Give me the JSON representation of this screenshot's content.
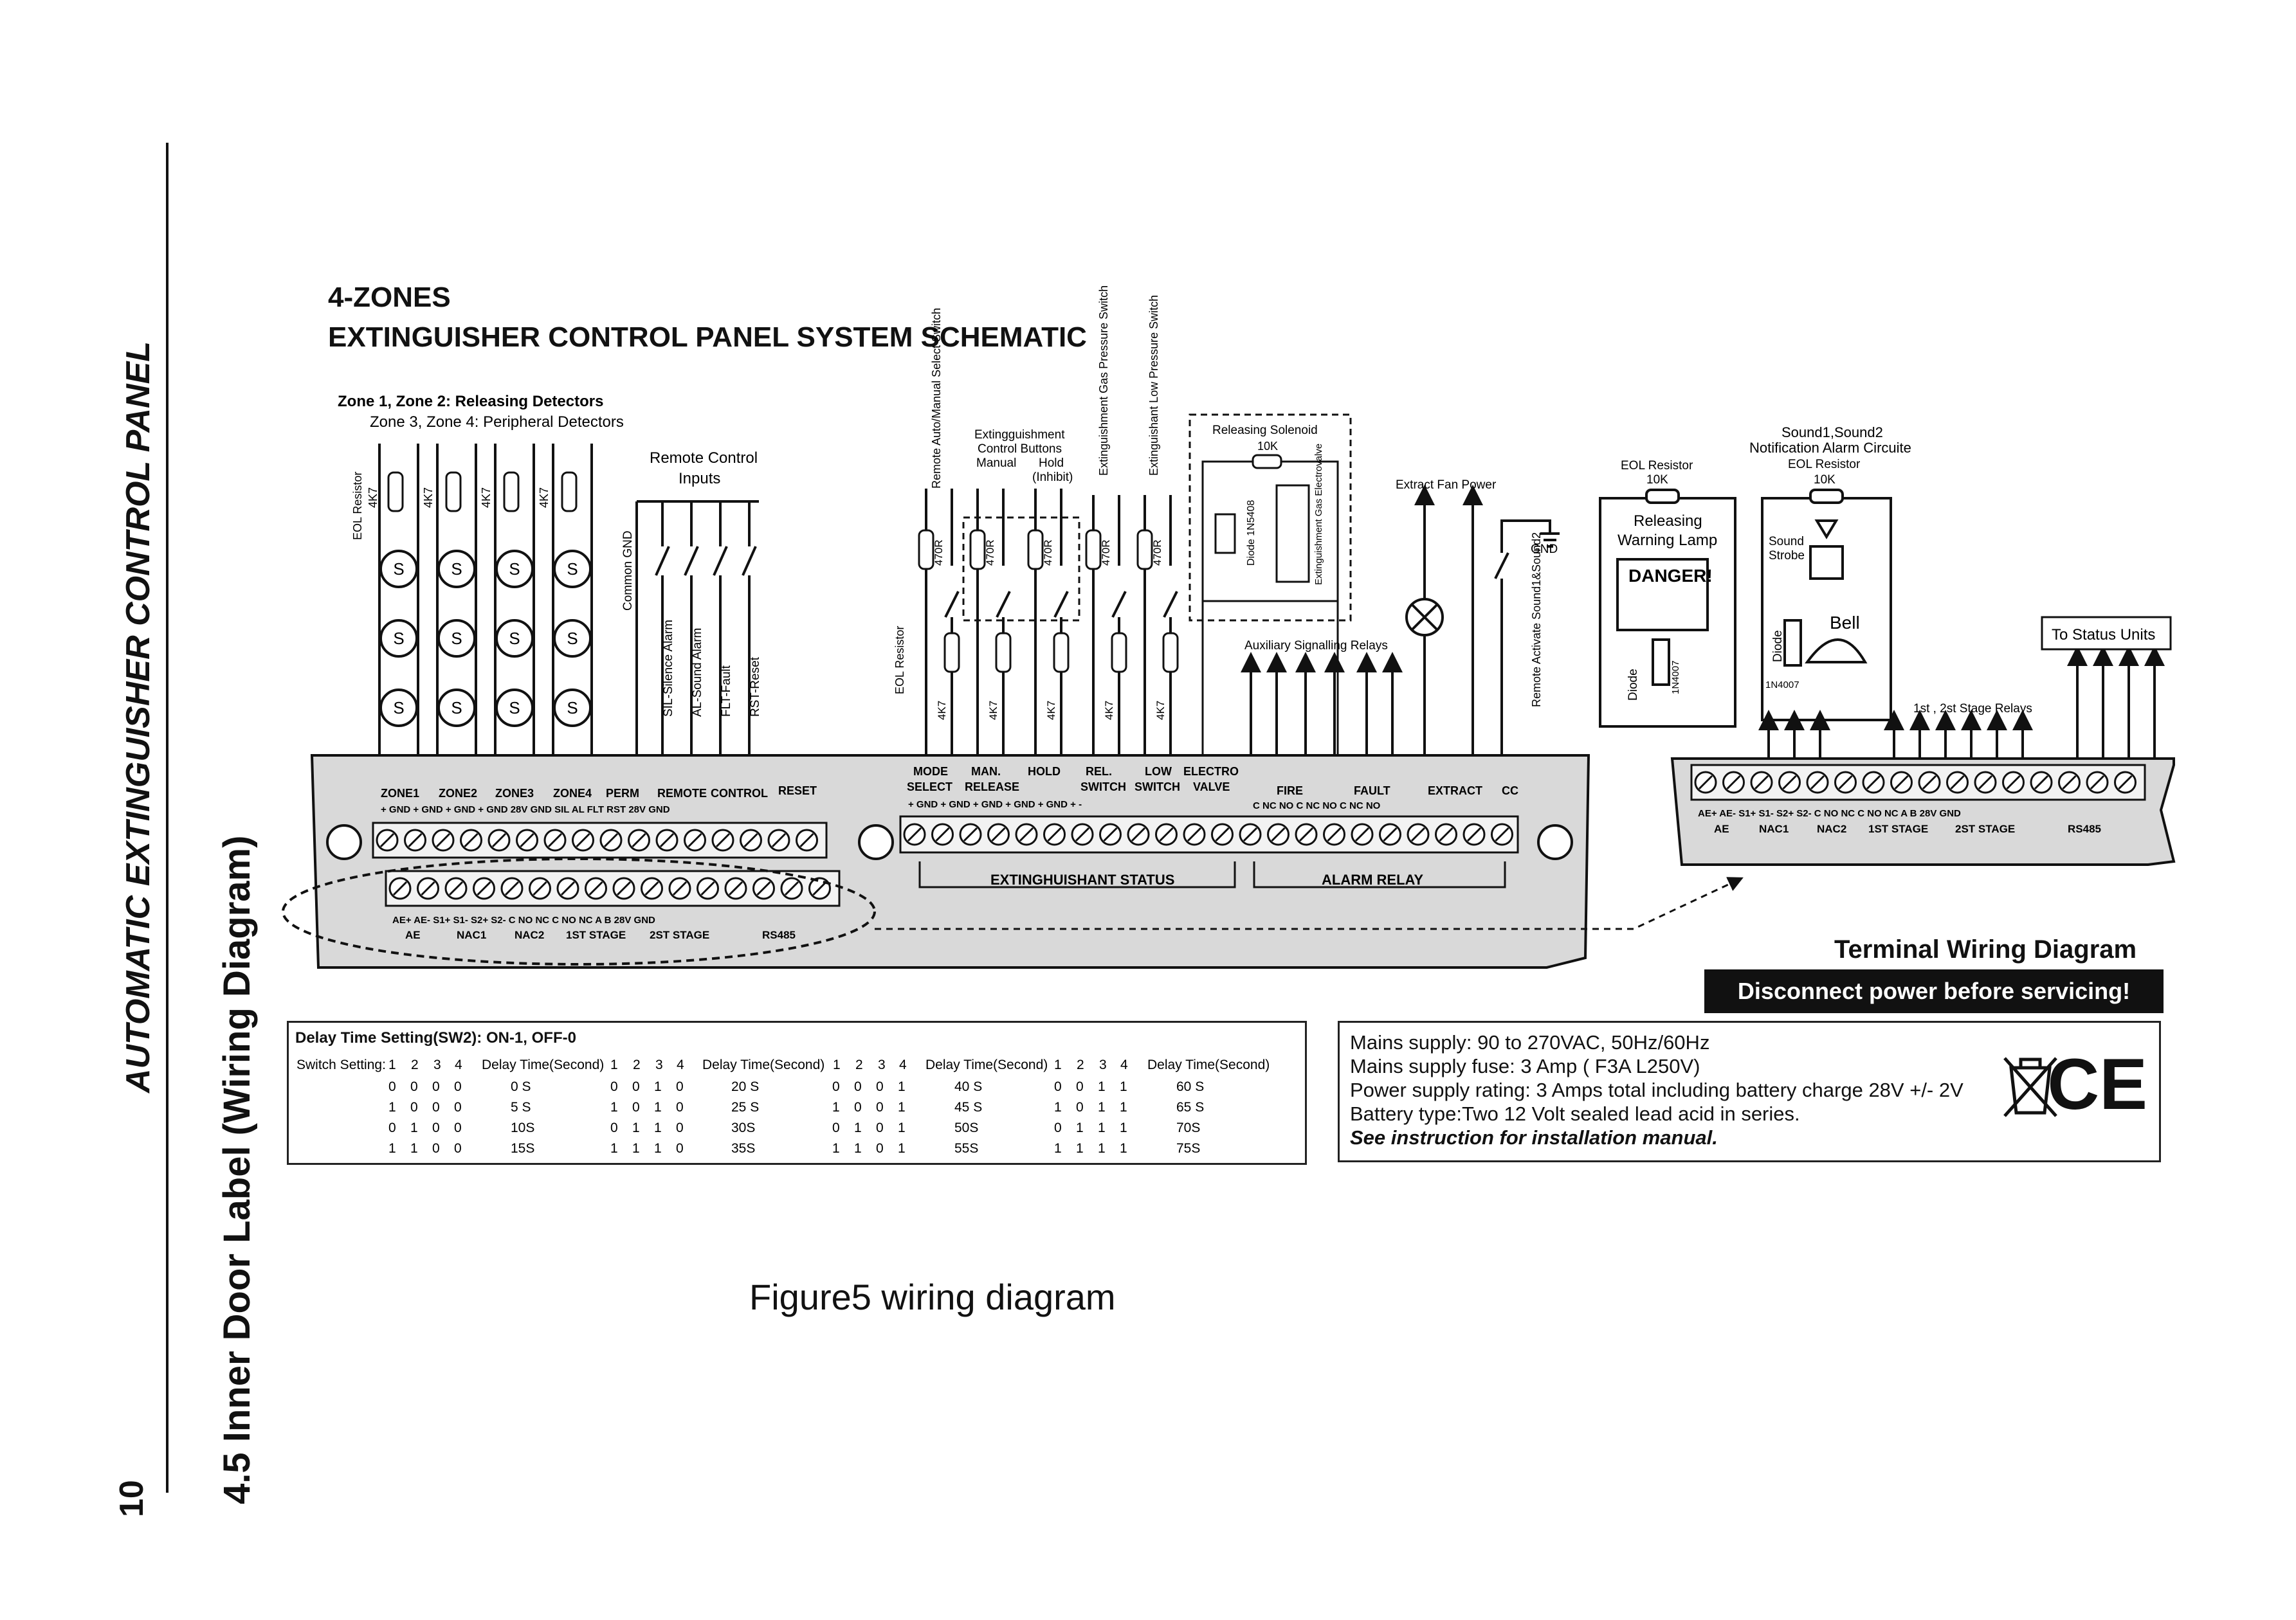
{
  "header": {
    "page_number": "10",
    "manual_title": "AUTOMATIC EXTINGUISHER CONTROL PANEL",
    "section_title": "4.5 Inner Door Label (Wiring Diagram)"
  },
  "schematic": {
    "title_line1": "4-ZONES",
    "title_line2": "EXTINGUISHER CONTROL PANEL SYSTEM SCHEMATIC",
    "zones_label_1": "Zone 1, Zone 2: Releasing Detectors",
    "zones_label_2": "Zone 3, Zone 4: Peripheral Detectors",
    "eol_resistor": "EOL Resistor",
    "r_4k7": "4K7",
    "r_470r": "470R",
    "r_10k": "10K",
    "detector_symbol": "S",
    "remote_control_1": "Remote Control",
    "remote_control_2": "Inputs",
    "common_gnd": "Common GND",
    "sil_silence": "SIL-Silence Alarm",
    "al_sound": "AL-Sound Alarm",
    "flt_fault": "FLT-Fault",
    "rst_reset": "RST-Reset",
    "remote_auto_manual": "Remote Auto/Manual Select Switch",
    "ext_buttons_1": "Extingguishment",
    "ext_buttons_2": "Control Buttons",
    "ext_manual": "Manual",
    "ext_hold": "Hold",
    "ext_inhibit": "(Inhibit)",
    "gas_pressure": "Extinguishment Gas Pressure Switch",
    "low_pressure": "Extinguishant Low Pressure Switch",
    "releasing_solenoid": "Releasing Solenoid",
    "diode_1n5408": "Diode 1N5408",
    "ext_gas_electrovalve": "Extinguishment Gas Electrovalve",
    "aux_relays": "Auxiliary Signalling Relays",
    "extract_fan_power": "Extract Fan Power",
    "gnd": "GND",
    "remote_activate": "Remote Activate Sound1&Sound2",
    "releasing_lamp_1": "Releasing",
    "releasing_lamp_2": "Warning Lamp",
    "danger": "DANGER!",
    "diode": "Diode",
    "d_1n4007": "1N4007",
    "sound_title_1": "Sound1,Sound2",
    "sound_title_2": "Notification Alarm Circuite",
    "sound_strobe_1": "Sound",
    "sound_strobe_2": "Strobe",
    "bell": "Bell",
    "stage_relays": "1st , 2st Stage  Relays",
    "to_status_units": "To Status Units",
    "main_labels_top": [
      "ZONE1",
      "ZONE2",
      "ZONE3",
      "ZONE4",
      "PERM",
      "REMOTE",
      "CONTROL",
      "RESET"
    ],
    "main_labels_bottom": "+  GND    +  GND    +  GND    +  GND   28V GND  SIL  AL  FLT  RST  28V GND",
    "lower_strip_top": "AE+ AE-   S1+  S1-   S2+  S2-   C    NO   NC   C    NO   NC   A    B    28V  GND",
    "lower_strip_bottom": [
      "AE",
      "NAC1",
      "NAC2",
      "1ST  STAGE",
      "2ST  STAGE",
      "RS485"
    ],
    "mid_labels_top": [
      "MODE",
      "MAN.",
      "HOLD",
      "REL.",
      "LOW",
      "ELECTRO"
    ],
    "mid_labels_top2": [
      "SELECT",
      "RELEASE",
      "",
      "SWITCH",
      "SWITCH",
      "VALVE"
    ],
    "mid_labels_bottom": "+  GND    +   GND    +   GND    +  GND    +  GND    +    -",
    "relay_labels_top": [
      "FIRE",
      "FAULT",
      "EXTRACT",
      "CC"
    ],
    "relay_labels_bottom": "C   NC   NO    C   NC   NO    C   NC   NO",
    "extinguishant_status": "EXTINGHUISHANT STATUS",
    "alarm_relay": "ALARM     RELAY",
    "remote_box_top": "AE+ AE-   S1+  S1-   S2+  S2-   C    NO   NC   C    NO   NC   A    B    28V  GND",
    "remote_box_bottom": [
      "AE",
      "NAC1",
      "NAC2",
      "1ST  STAGE",
      "2ST  STAGE",
      "RS485"
    ],
    "terminal_wiring": "Terminal Wiring Diagram",
    "warning": "Disconnect power before servicing!"
  },
  "delay_table": {
    "title": "Delay Time Setting(SW2): ON-1, OFF-0",
    "header": [
      "Switch Setting:",
      "1",
      "2",
      "3",
      "4",
      "Delay Time(Second)",
      "1",
      "2",
      "3",
      "4",
      "Delay Time(Second)",
      "1",
      "2",
      "3",
      "4",
      "Delay Time(Second)",
      "1",
      "2",
      "3",
      "4",
      "Delay Time(Second)"
    ],
    "rows": [
      [
        "0 0 0 0",
        "0 S",
        "0 0 1 0",
        "20 S",
        "0 0 0 1",
        "40 S",
        "0 0 1 1",
        "60 S"
      ],
      [
        "1 0 0 0",
        "5 S",
        "1 0 1 0",
        "25 S",
        "1 0 0 1",
        "45 S",
        "1 0 1 1",
        "65 S"
      ],
      [
        "0 1 0 0",
        "10S",
        "0 1 1 0",
        "30S",
        "0 1 0 1",
        "50S",
        "0 1 1 1",
        "70S"
      ],
      [
        "1 1 0 0",
        "15S",
        "1 1 1 0",
        "35S",
        "1 1 0 1",
        "55S",
        "1 1 1 1",
        "75S"
      ]
    ]
  },
  "specs": {
    "line1": "Mains supply: 90 to 270VAC, 50Hz/60Hz",
    "line2": "Mains supply fuse: 3  Amp  ( F3A L250V)",
    "line3": "Power supply rating: 3 Amps total including battery charge 28V +/- 2V",
    "line4": "Battery type:Two 12 Volt sealed lead acid in series.",
    "line5": "See instruction for installation manual.",
    "ce_mark": "CE"
  },
  "caption": "Figure5 wiring diagram"
}
